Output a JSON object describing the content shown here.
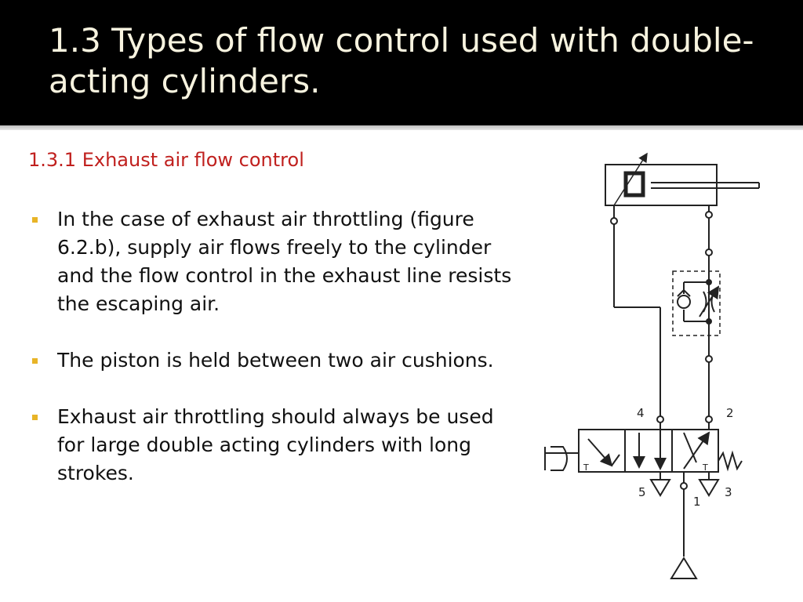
{
  "slide": {
    "title": "1.3   Types of flow control used with double-acting cylinders.",
    "section_heading": "1.3.1   Exhaust air flow control",
    "bullets": [
      {
        "text": " In the case of exhaust air throttling (figure 6.2.b), supply air flows freely to the cylinder and the flow control in the exhaust line resists the escaping air."
      },
      {
        "text": "The piston is held between two air cushions."
      },
      {
        "text": "Exhaust air throttling should always be used for large double acting cylinders with long strokes."
      }
    ]
  },
  "diagram": {
    "port_labels": {
      "port_4": "4",
      "port_2": "2",
      "port_5": "5",
      "port_1": "1",
      "port_3": "3"
    },
    "valve_letters": {
      "left_t": "T",
      "right_t": "T"
    }
  },
  "colors": {
    "title_bg": "#000000",
    "title_text": "#f7f3df",
    "heading_red": "#c0201e",
    "bullet_marker": "#e8b427"
  }
}
